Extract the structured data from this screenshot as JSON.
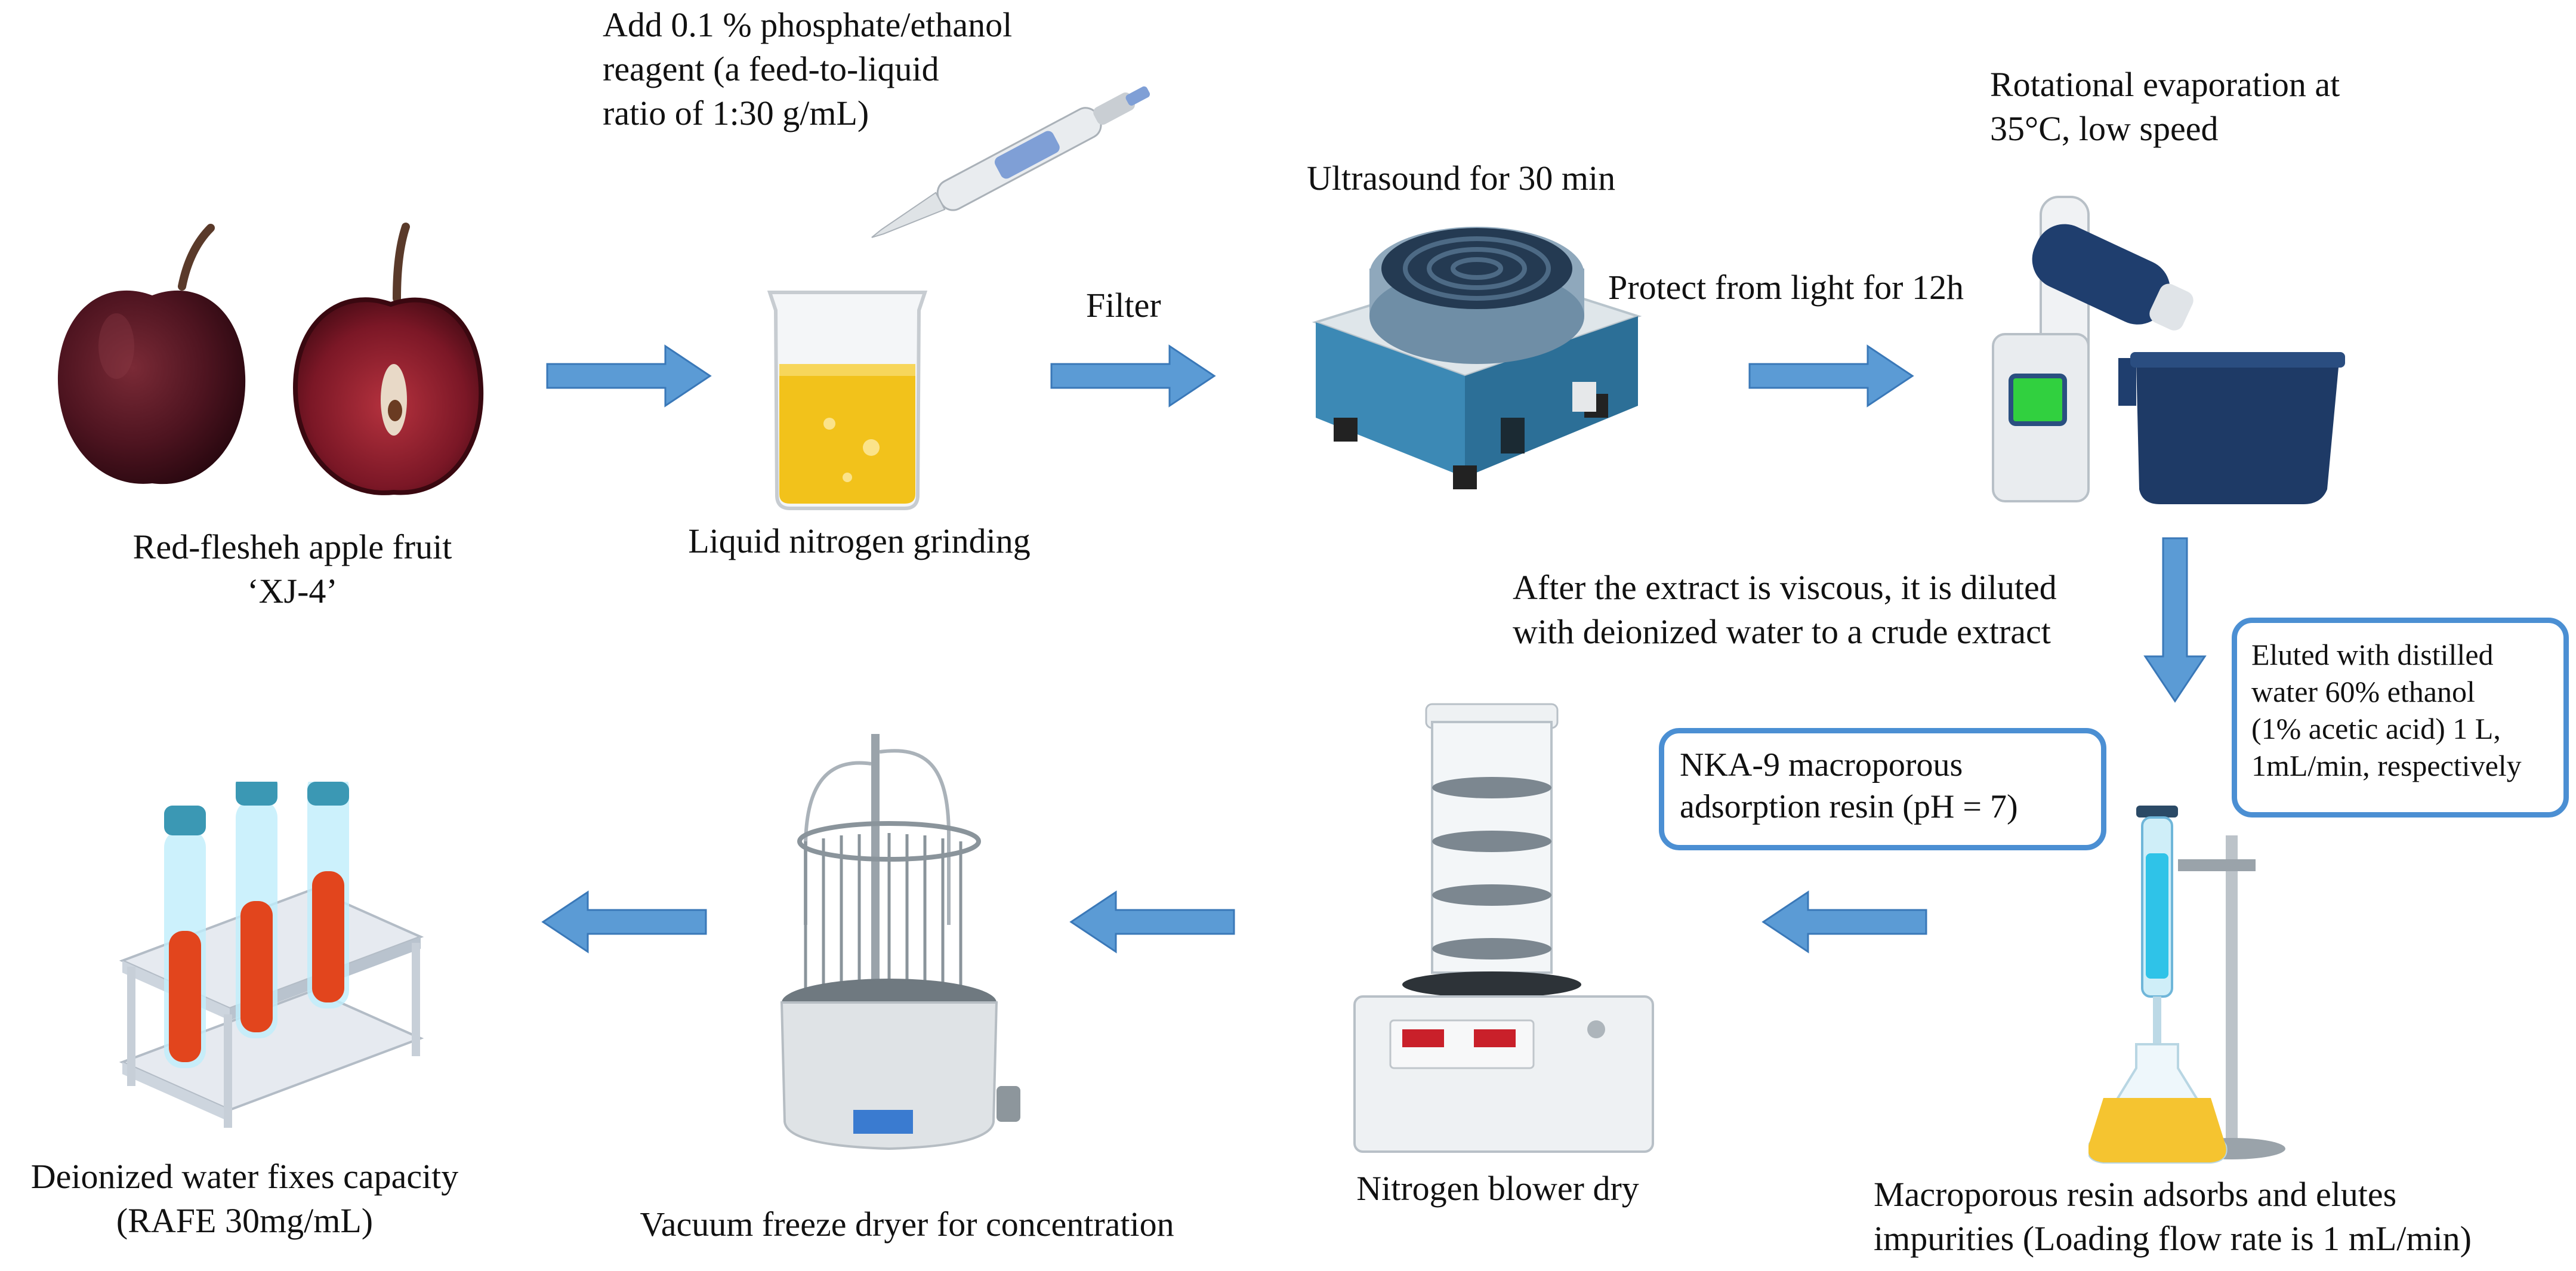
{
  "diagram": {
    "steps": {
      "apple": {
        "line1": "Red-flesheh apple fruit",
        "line2": "‘XJ-4’"
      },
      "grinding": {
        "label": "Liquid nitrogen grinding"
      },
      "reagent": {
        "line1": "Add 0.1 % phosphate/ethanol",
        "line2": "reagent  (a feed-to-liquid",
        "line3": "ratio of 1:30 g/mL)"
      },
      "filter": {
        "label": "Filter"
      },
      "ultrasound": {
        "label": "Ultrasound for 30 min"
      },
      "protect": {
        "label": "Protect from light for 12h"
      },
      "evaporation": {
        "line1": "Rotational evaporation at",
        "line2": "35°C, low speed"
      },
      "dilute": {
        "line1": "After the extract is viscous, it is diluted",
        "line2": "with deionized water to a crude extract"
      },
      "resin_callout": {
        "line1": "NKA-9 macroporous",
        "line2": "adsorption resin (pH = 7)"
      },
      "elute_callout": {
        "line1": "Eluted with distilled",
        "line2": "water 60% ethanol",
        "line3": "(1% acetic acid) 1 L,",
        "line4": "1mL/min, respectively"
      },
      "macroporous": {
        "line1": "Macroporous resin adsorbs and elutes",
        "line2": "impurities (Loading flow rate is 1 mL/min)"
      },
      "nitrogen_blower": {
        "label": "Nitrogen blower dry"
      },
      "freeze_dryer": {
        "label": "Vacuum freeze dryer for concentration"
      },
      "fix_capacity": {
        "line1": "Deionized water fixes capacity",
        "line2": "(RAFE 30mg/mL)"
      }
    },
    "colors": {
      "arrow": "#5b9bd5",
      "arrow_stroke": "#3a78b8",
      "callout_border": "#4b8fd3",
      "apple": "#5a1622",
      "liquid": "#f2c21b"
    }
  }
}
